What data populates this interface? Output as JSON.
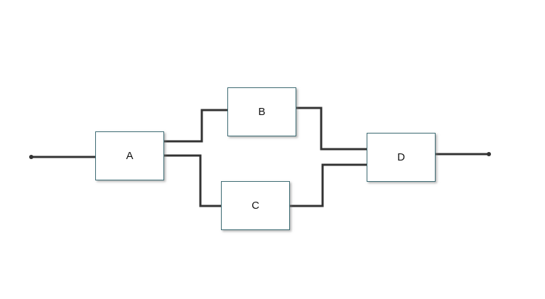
{
  "diagram": {
    "blocks": [
      {
        "id": "a",
        "label": "A"
      },
      {
        "id": "b",
        "label": "B"
      },
      {
        "id": "c",
        "label": "C"
      },
      {
        "id": "d",
        "label": "D"
      }
    ],
    "connections": [
      {
        "from": "input",
        "to": "a"
      },
      {
        "from": "a",
        "to": "b"
      },
      {
        "from": "a",
        "to": "c"
      },
      {
        "from": "b",
        "to": "d"
      },
      {
        "from": "c",
        "to": "d"
      },
      {
        "from": "d",
        "to": "output"
      }
    ],
    "colors": {
      "wire": "#333333",
      "block_border": "#3d6b73",
      "block_fill": "#ffffff",
      "terminal": "#333333"
    }
  }
}
